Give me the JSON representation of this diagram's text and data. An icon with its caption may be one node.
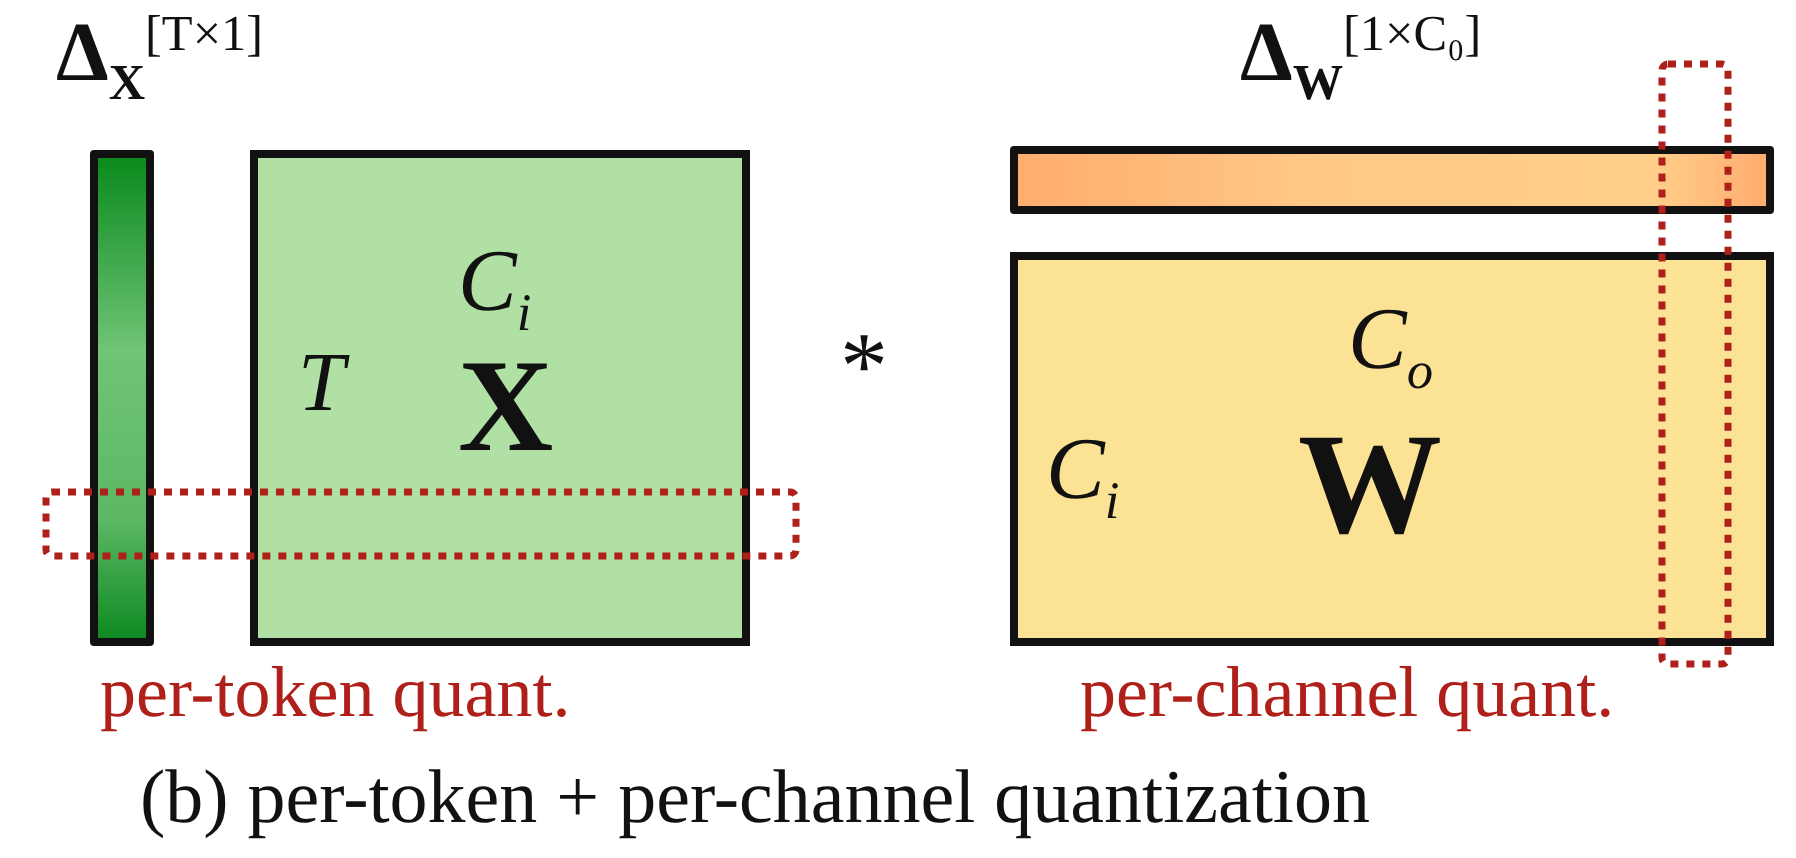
{
  "diagram": {
    "caption": "(b) per-token + per-channel quantization",
    "nodes": [
      {
        "text": [],
        "shape": "bar",
        "beside": [
          "Δ$_{X}$$^{[T×1]}$"
        ]
      },
      {
        "text": [
          "C$_{i}$",
          "T",
          "X"
        ]
      },
      {
        "text": [],
        "shape": "bar",
        "beside": [
          "Δ$_{W}$$^{[1×C₀]}$"
        ]
      },
      {
        "text": [
          "C$_{o}$",
          "C$_{i}$",
          "W"
        ]
      }
    ],
    "labels": [
      "*",
      "per-token quant.",
      "per-channel quant."
    ]
  }
}
